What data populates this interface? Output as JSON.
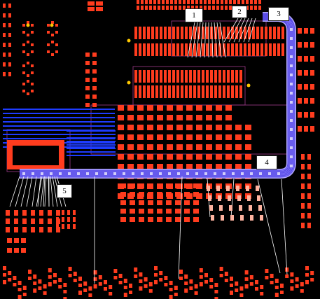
{
  "diagram": {
    "kind": "pcb-layout",
    "colors": {
      "background": "#000000",
      "pad": "#ff3c1e",
      "trace_bus": "#5a4ee6",
      "trace_bus_outline": "#b4aaff",
      "trace_blue": "#1e3cff",
      "wire": "#ffffff",
      "outline": "#a03c8c",
      "accent": "#ffc800"
    },
    "callouts": [
      {
        "label": "1"
      },
      {
        "label": "2"
      },
      {
        "label": "3"
      },
      {
        "label": "4"
      },
      {
        "label": "5"
      }
    ]
  }
}
